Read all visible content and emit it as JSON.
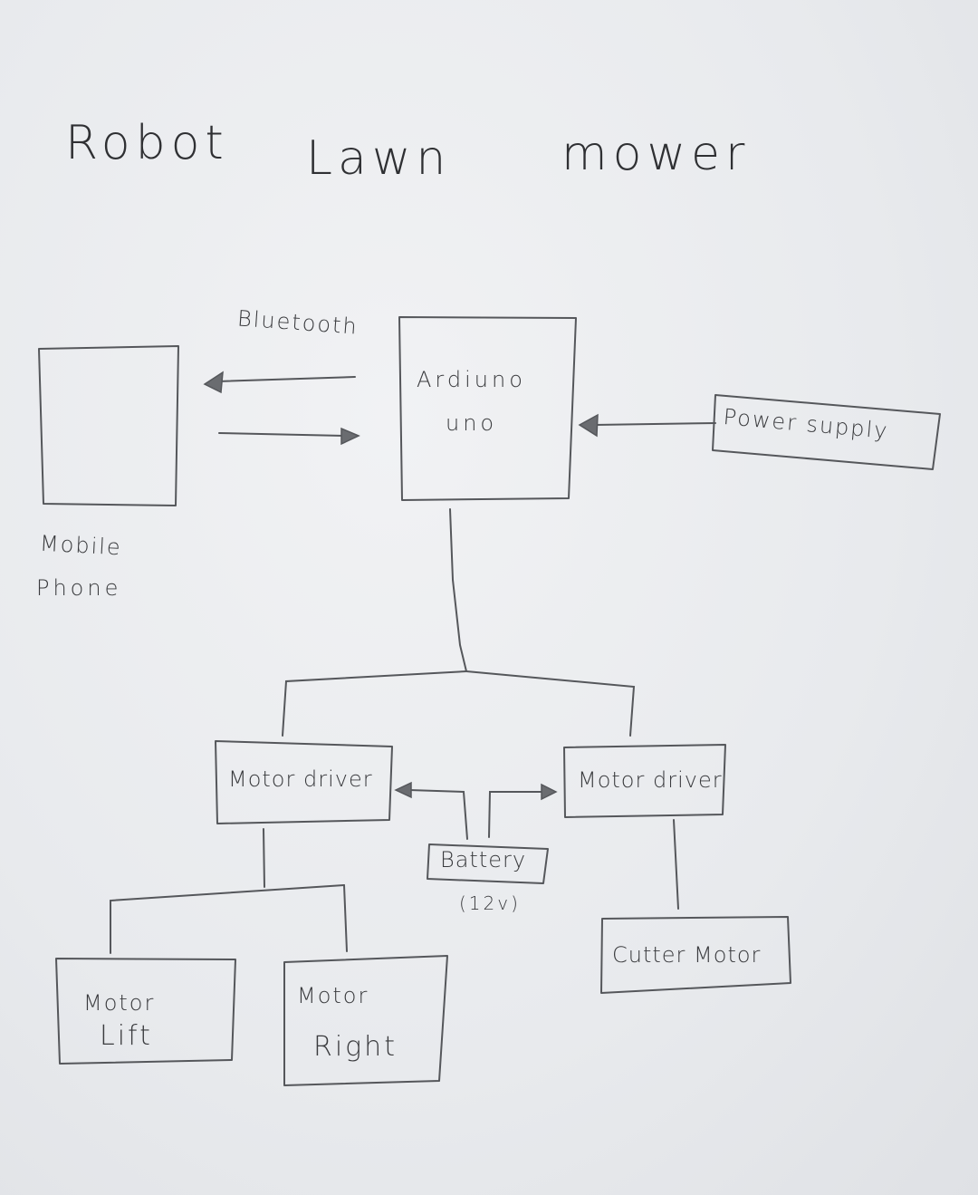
{
  "title": {
    "word1": "Robot",
    "word2": "Lawn",
    "word3": "mower"
  },
  "labels": {
    "bluetooth": "Bluetooth",
    "mobile_phone_line1": "Mobile",
    "mobile_phone_line2": "Phone",
    "arduino_line1": "Ardiuno",
    "arduino_line2": "uno",
    "power_supply": "Power supply",
    "motor_driver_left": "Motor driver",
    "motor_driver_right": "Motor driver",
    "battery": "Battery",
    "battery_voltage": "(12v)",
    "motor_lift_line1": "Motor",
    "motor_lift_line2": "Lift",
    "motor_right_line1": "Motor",
    "motor_right_line2": "Right",
    "cutter_motor": "Cutter Motor"
  },
  "colors": {
    "paper": "#eceef1",
    "pencil": "#3a3b3e"
  }
}
